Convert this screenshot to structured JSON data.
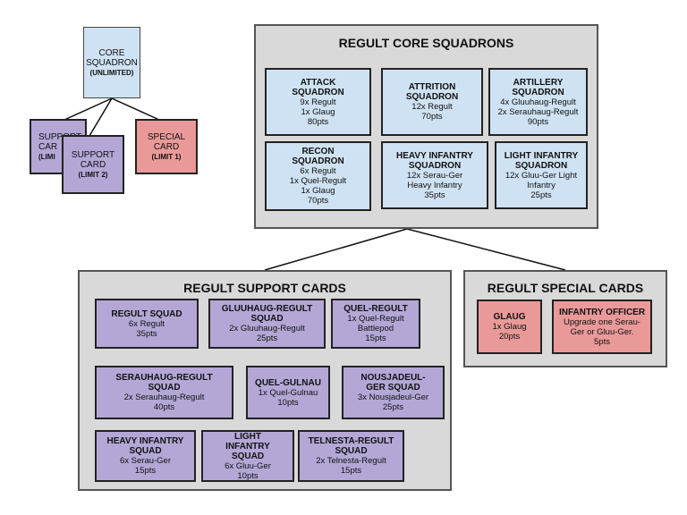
{
  "colors": {
    "core": "#cfe2f3",
    "support": "#b4a7d6",
    "special": "#ea9999",
    "group_bg": "#d9d9d9"
  },
  "legend": {
    "core": {
      "title_line1": "CORE",
      "title_line2": "SQUADRON",
      "sub": "(UNLIMITED)"
    },
    "support_back": {
      "title_line1": "SUPPORT",
      "title_line2": "CAR",
      "sub": "(LIMI"
    },
    "support": {
      "title_line1": "SUPPORT",
      "title_line2": "CARD",
      "sub": "(LIMIT 2)"
    },
    "special": {
      "title_line1": "SPECIAL",
      "title_line2": "CARD",
      "sub": "(LIMIT 1)"
    }
  },
  "core": {
    "title": "REGULT CORE SQUADRONS",
    "cards": [
      {
        "title": [
          "ATTACK",
          "SQUADRON"
        ],
        "lines": [
          "9x Regult",
          "1x Glaug",
          "80pts"
        ]
      },
      {
        "title": [
          "ATTRITION",
          "SQUADRON"
        ],
        "lines": [
          "12x Regult",
          "70pts"
        ]
      },
      {
        "title": [
          "ARTILLERY",
          "SQUADRON"
        ],
        "lines": [
          "4x Gluuhaug-Regult",
          "2x Serauhaug-Regult",
          "90pts"
        ]
      },
      {
        "title": [
          "RECON",
          "SQUADRON"
        ],
        "lines": [
          "6x Regult",
          "1x Quel-Regult",
          "1x Glaug",
          "70pts"
        ]
      },
      {
        "title": [
          "HEAVY INFANTRY",
          "SQUADRON"
        ],
        "lines": [
          "12x Serau-Ger",
          "Heavy Infantry",
          "35pts"
        ]
      },
      {
        "title": [
          "LIGHT INFANTRY",
          "SQUADRON"
        ],
        "lines": [
          "12x Gluu-Ger Light",
          "Infantry",
          "25pts"
        ]
      }
    ]
  },
  "support": {
    "title": "REGULT SUPPORT CARDS",
    "cards": [
      {
        "title": [
          "REGULT SQUAD"
        ],
        "lines": [
          "6x Regult",
          "35pts"
        ]
      },
      {
        "title": [
          "GLUUHAUG-REGULT",
          "SQUAD"
        ],
        "lines": [
          "2x Gluuhaug-Regult",
          "25pts"
        ]
      },
      {
        "title": [
          "QUEL-REGULT"
        ],
        "lines": [
          "1x Quel-Regult",
          "Battlepod",
          "15pts"
        ]
      },
      {
        "title": [
          "SERAUHAUG-REGULT",
          "SQUAD"
        ],
        "lines": [
          "2x Serauhaug-Regult",
          "40pts"
        ]
      },
      {
        "title": [
          "QUEL-GULNAU"
        ],
        "lines": [
          "1x Quel-Gulnau",
          "10pts"
        ]
      },
      {
        "title": [
          "NOUSJADEUL-",
          "GER SQUAD"
        ],
        "lines": [
          "3x Nousjadeul-Ger",
          "25pts"
        ]
      },
      {
        "title": [
          "HEAVY INFANTRY",
          "SQUAD"
        ],
        "lines": [
          "6x Serau-Ger",
          "15pts"
        ]
      },
      {
        "title": [
          "LIGHT",
          "INFANTRY",
          "SQUAD"
        ],
        "lines": [
          "6x Gluu-Ger",
          "10pts"
        ]
      },
      {
        "title": [
          "TELNESTA-REGULT",
          "SQUAD"
        ],
        "lines": [
          "2x Telnesta-Regult",
          "15pts"
        ]
      }
    ]
  },
  "special": {
    "title": "REGULT SPECIAL CARDS",
    "cards": [
      {
        "title": [
          "GLAUG"
        ],
        "lines": [
          "1x Glaug",
          "20pts"
        ]
      },
      {
        "title": [
          "INFANTRY OFFICER"
        ],
        "lines": [
          "Upgrade one Serau-",
          "Ger or Gluu-Ger.",
          "5pts"
        ]
      }
    ]
  }
}
